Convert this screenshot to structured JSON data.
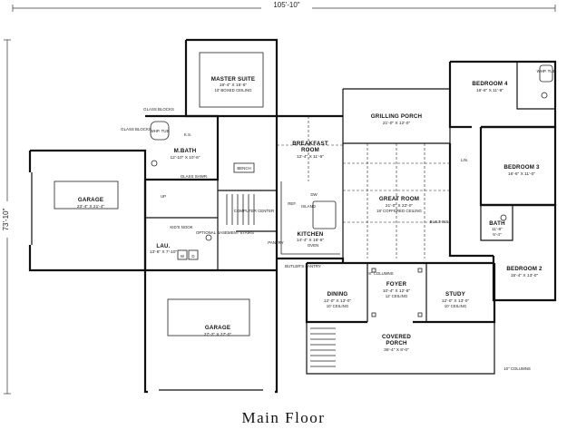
{
  "plan_title": "Main Floor",
  "dimensions": {
    "width": "105'-10\"",
    "depth": "73'-10\""
  },
  "rooms": {
    "master_suite": {
      "name": "MASTER SUITE",
      "size": "19'-4\" X 15'-6\"",
      "note": "10' BOXED CEILING"
    },
    "grilling_porch": {
      "name": "GRILLING PORCH",
      "size": "21'-0\" X 12'-0\""
    },
    "bedroom4": {
      "name": "BEDROOM 4",
      "size": "16'-6\" X 11'-8\""
    },
    "mbath": {
      "name": "M.BATH",
      "size": "12'-10\" X 10'-6\""
    },
    "breakfast": {
      "name": "BREAKFAST",
      "name2": "ROOM",
      "size": "12'-4\" X 11'-6\""
    },
    "bedroom3": {
      "name": "BEDROOM 3",
      "size": "16'-6\" X 11'-0\""
    },
    "garage1": {
      "name": "GARAGE",
      "size": "23'-4\" X 21'-4\""
    },
    "great_room": {
      "name": "GREAT ROOM",
      "size": "21'-0\" X 22'-0\"",
      "note": "18' COFFERED CEILING"
    },
    "bath": {
      "name": "BATH",
      "size": "11'-8\"",
      "size2": "5'-4\""
    },
    "kitchen": {
      "name": "KITCHEN",
      "size": "14'-4\" X 16'-6\""
    },
    "lau": {
      "name": "LAU.",
      "size": "13'-6\" X 7'-10\""
    },
    "bedroom2": {
      "name": "BEDROOM 2",
      "size": "15'-4\" X 13'-0\""
    },
    "dining": {
      "name": "DINING",
      "size": "12'-0\" X 13'-0\"",
      "note": "10' CEILING"
    },
    "foyer": {
      "name": "FOYER",
      "size": "10'-4\" X 12'-8\"",
      "note": "12' CEILING"
    },
    "study": {
      "name": "STUDY",
      "size": "12'-0\" X 13'-0\"",
      "note": "10' CEILING"
    },
    "garage2": {
      "name": "GARAGE",
      "size": "27'-2\" X 27'-0\""
    },
    "covered_porch": {
      "name": "COVERED",
      "name2": "PORCH",
      "size": "36'-4\" X 8'-0\""
    }
  },
  "labels": {
    "glass_blocks_top": "GLASS BLOCKS",
    "glass_blocks_left": "GLASS BLOCKS",
    "whp_tub": "WHP. TUB",
    "ks": "K.S.",
    "bench": "BENCH",
    "glass_shwr": "GLASS SHWR.",
    "up": "UP",
    "kids_nook": "KID'S NOOK",
    "optional_basement_stairs": "OPTIONAL BASEMENT STAIRS",
    "computer_center": "COMPUTER CENTER",
    "ref": "REF.",
    "island": "ISLAND",
    "oven": "OVEN",
    "dw": "DW",
    "pantry": "PANTRY",
    "butlers_pantry": "BUTLER'S PANTRY",
    "built_ins": "BUILT-INS",
    "lin": "LIN.",
    "whp_tub_b4": "WHP. TUB",
    "columns_8": "8\" COLUMNS",
    "columns_10": "10\" COLUMNS",
    "washer": "W",
    "dryer": "D"
  }
}
